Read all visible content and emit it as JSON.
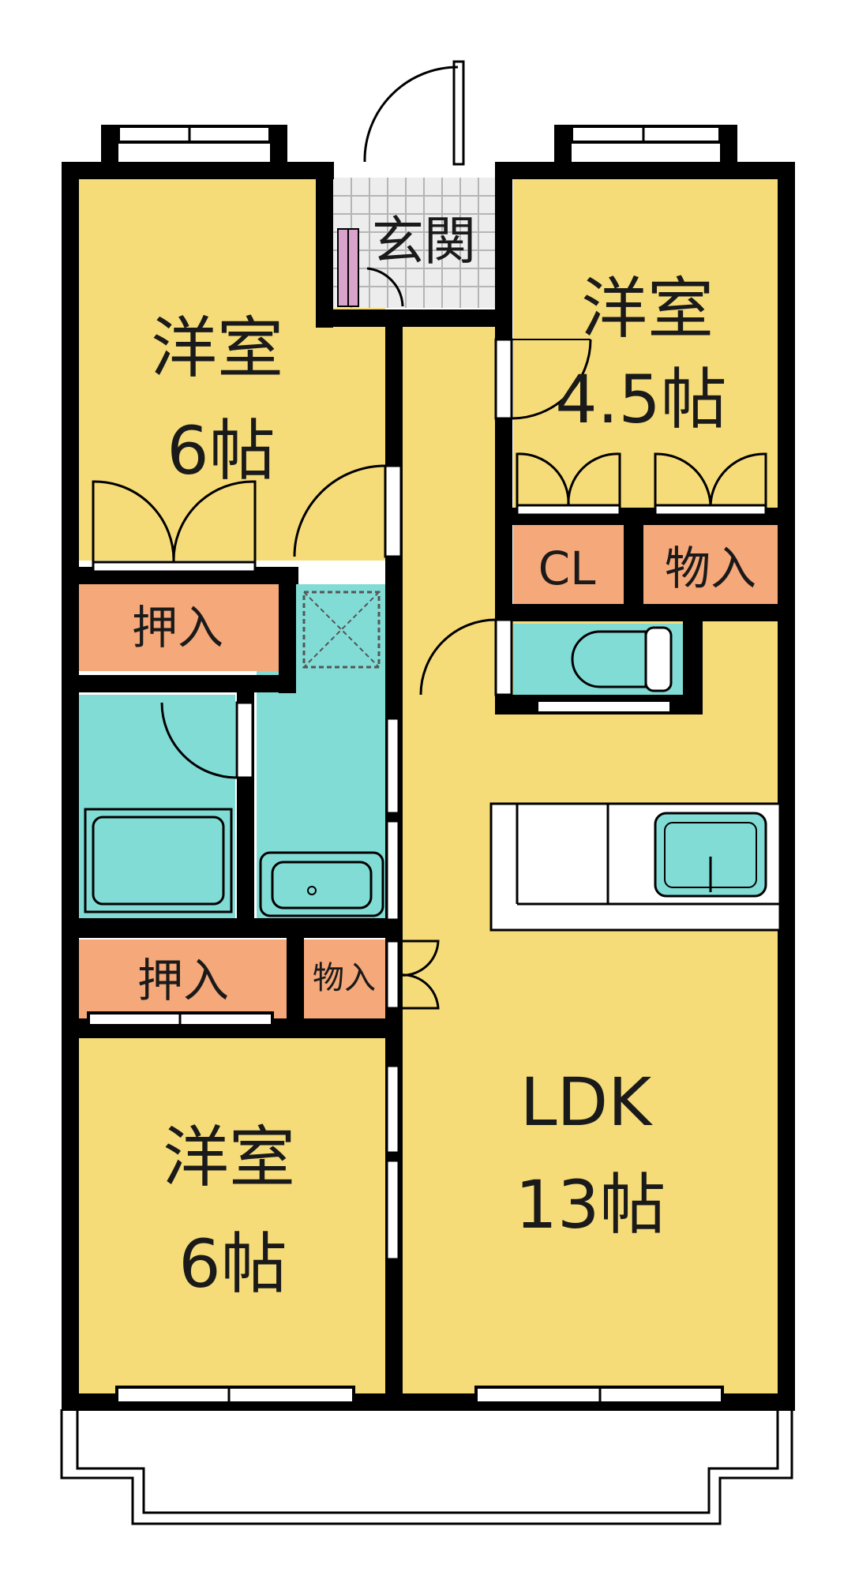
{
  "floorplan": {
    "entrance": "玄関",
    "room_nw": {
      "name": "洋室",
      "size": "6帖"
    },
    "room_ne": {
      "name": "洋室",
      "size": "4.5帖"
    },
    "room_sw": {
      "name": "洋室",
      "size": "6帖"
    },
    "ldk": {
      "name": "LDK",
      "size": "13帖"
    },
    "closet_cl": "CL",
    "storage_ne": "物入",
    "oshiire_upper": "押入",
    "oshiire_lower": "押入",
    "storage_small": "物入"
  },
  "colors": {
    "room_yellow": "#f6dc79",
    "wet_cyan": "#82dcd6",
    "closet_orange": "#f5a87a",
    "entrance_tile": "#d8d8d8",
    "shoe_box": "#d9a3cc",
    "wall": "#000000"
  }
}
